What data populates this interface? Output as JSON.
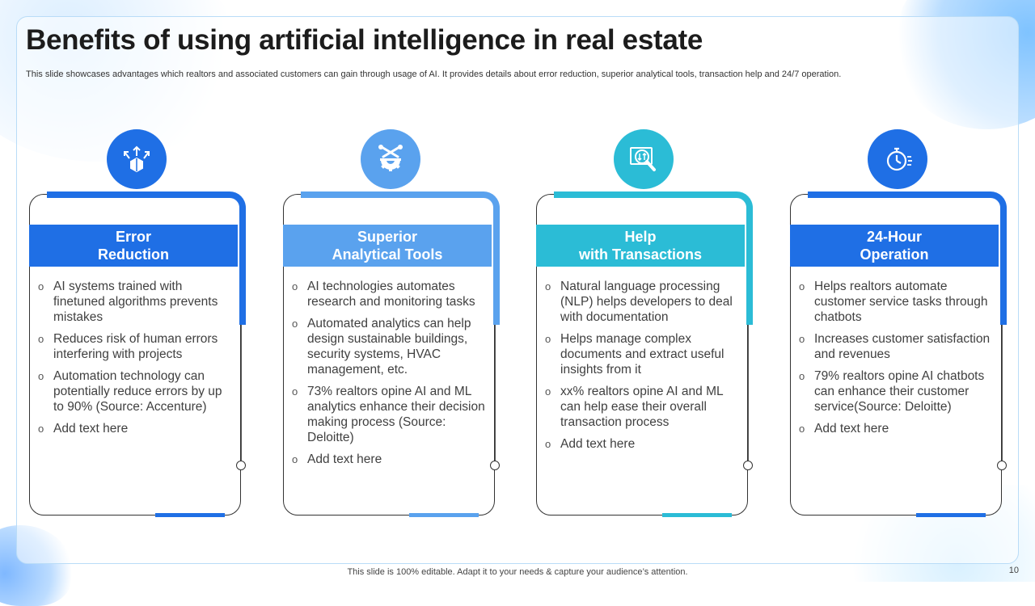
{
  "slide": {
    "title": "Benefits of using artificial intelligence in real estate",
    "subtitle": "This slide showcases advantages which realtors and associated customers can gain through usage of AI. It provides details about error reduction, superior analytical tools, transaction help and 24/7 operation.",
    "footer": "This slide is 100% editable. Adapt it to your needs & capture your audience’s attention.",
    "page_number": "10"
  },
  "cards": [
    {
      "icon": "cube-arrows-icon",
      "color": "#1f6fe5",
      "heading_line1": "Error",
      "heading_line2": "Reduction",
      "bullets": [
        "AI systems trained with finetuned algorithms prevents mistakes",
        "Reduces risk of human errors interfering with projects",
        "Automation technology can potentially reduce errors by up to 90% (Source: Accenture)",
        "Add text here"
      ]
    },
    {
      "icon": "gear-wrench-icon",
      "color": "#5aa2ee",
      "heading_line1": "Superior",
      "heading_line2": "Analytical Tools",
      "bullets": [
        "AI technologies automates research and monitoring tasks",
        "Automated analytics can help design sustainable buildings, security systems, HVAC management, etc.",
        "73% realtors opine AI and ML analytics enhance their decision making process (Source: Deloitte)",
        "Add text here"
      ]
    },
    {
      "icon": "magnifier-transfer-icon",
      "color": "#2bbcd6",
      "heading_line1": "Help",
      "heading_line2": "with Transactions",
      "bullets": [
        "Natural language processing (NLP) helps developers to deal with documentation",
        "Helps manage complex documents and extract useful insights from it",
        "xx% realtors opine AI and ML can help ease their overall transaction process",
        "Add text here"
      ]
    },
    {
      "icon": "stopwatch-icon",
      "color": "#1f6fe5",
      "heading_line1": "24-Hour",
      "heading_line2": "Operation",
      "bullets": [
        "Helps realtors automate customer service tasks through chatbots",
        "Increases customer satisfaction and revenues",
        "79% realtors opine AI chatbots can enhance their customer service(Source: Deloitte)",
        "Add text here"
      ]
    }
  ]
}
